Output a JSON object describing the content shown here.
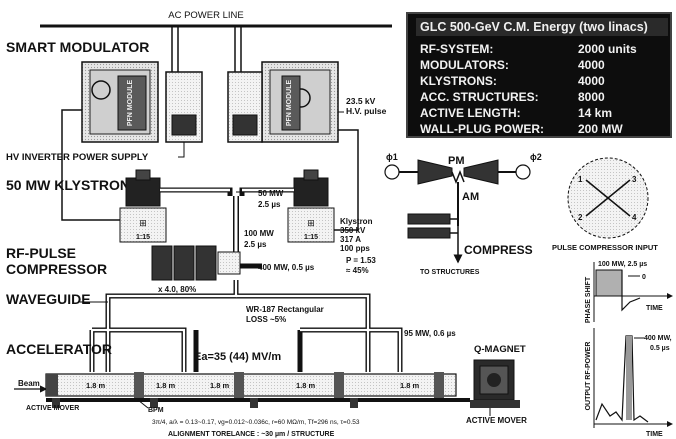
{
  "title": "GLC 500-GeV C.M. Energy (two linacs)",
  "spec_table": [
    {
      "key": "RF-SYSTEM:",
      "value": "2000 units"
    },
    {
      "key": "MODULATORS:",
      "value": "4000"
    },
    {
      "key": "KLYSTRONS:",
      "value": "4000"
    },
    {
      "key": "ACC. STRUCTURES:",
      "value": "8000"
    },
    {
      "key": "ACTIVE LENGTH:",
      "value": "14 km"
    },
    {
      "key": "WALL-PLUG POWER:",
      "value": "200 MW"
    }
  ],
  "labels": {
    "ac_power_line": "AC POWER LINE",
    "smart_modulator": "SMART MODULATOR",
    "hv_pulse_kv": "23.5 kV",
    "hv_pulse": "H.V. pulse",
    "pfn_module": "PFN MODULE",
    "hv_inverter": "HV INVERTER POWER SUPPLY",
    "klystron_50mw": "50 MW KLYSTRON",
    "ratio": "1:15",
    "rf_pulse": "RF-PULSE",
    "compressor": "COMPRESSOR",
    "waveguide": "WAVEGUIDE",
    "accelerator": "ACCELERATOR",
    "beam": "Beam",
    "active_mover": "ACTIVE MOVER",
    "bpm": "BPM",
    "q_magnet": "Q-MAGNET",
    "p50": "50 MW",
    "p50_t": "2.5 µs",
    "p100": "100 MW",
    "p100_t": "2.5 µs",
    "p400": "400 MW, 0.5 µs",
    "x_factor": "x 4.0,    80%",
    "wr187": "WR-187 Rectangular",
    "loss": "LOSS ~5%",
    "ea": "Ea=35 (44) MV/m",
    "p95": "95 MW, 0.6 µs",
    "seg": "1.8 m",
    "klystron_spec": [
      "Klystron",
      "350 kV",
      "317 A",
      "100 pps",
      "P = 1.53",
      "≈ 45%"
    ],
    "phi1": "ϕ1",
    "phi2": "ϕ2",
    "pm": "PM",
    "am": "AM",
    "compress": "COMPRESS",
    "to_structures": "TO STRUCTURES",
    "pulse_comp_input": "PULSE COMPRESSOR INPUT",
    "phase_shift": "PHASE SHIFT",
    "time": "TIME",
    "pc_100": "100 MW, 2.5 µs",
    "pc_zero": "0",
    "output_rf": "OUTPUT RF-POWER",
    "out_400a": "400 MW,",
    "out_400b": "0.5 µs",
    "formula": "3π/4, a/λ = 0.13~0.17, vg=0.012~0.036c, r=60 MΩ/m, Tf=296 ns, τ=0.53",
    "alignment": "ALIGNMENT TORELANCE : ~30 µm / STRUCTURE",
    "v1": "1",
    "v2": "2",
    "v3": "3",
    "v4": "4"
  },
  "colors": {
    "table_bg": "#0d0d0d",
    "table_fg": "#f2f2f2",
    "stroke": "#111111"
  }
}
